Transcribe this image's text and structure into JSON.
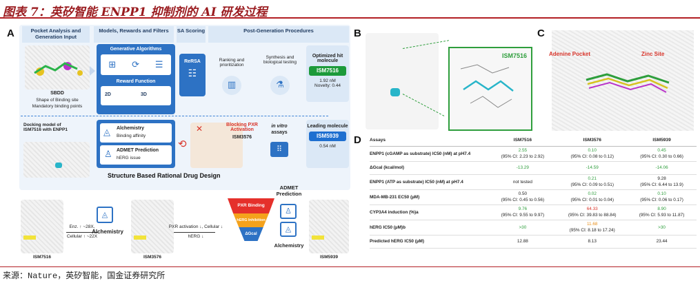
{
  "title": "图表 7：英矽智能 ENPP1 抑制剂的 AI 研发过程",
  "caption": "来源：Nature，英矽智能，国金证券研究所",
  "panels": {
    "a": "A",
    "b": "B",
    "c": "C",
    "d": "D"
  },
  "panel_a": {
    "header_pocket": "Pocket Analysis and Generation Input",
    "header_models": "Models, Rewards and Filters",
    "header_sa": "SA Scoring",
    "header_post": "Post-Generation Procedures",
    "sbdd_title": "SBDD",
    "sbdd_line1": "Shape of Binding site",
    "sbdd_line2": "Mandatory binding points",
    "gen_algorithms": "Generative Algorithms",
    "reward_function": "Reward Function",
    "label_2d": "2D",
    "label_3d": "3D",
    "rersa": "ReRSA",
    "ranking": "Ranking and prioritization",
    "synthesis": "Synthesis and biological testing",
    "optimized": "Optimized hit molecule",
    "hit_name": "ISM7516",
    "hit_ic": "1.92 nM",
    "hit_novelty": "Novelty: 0.44",
    "docking": "Docking model of ISM7516 with ENPP1",
    "alchemistry": "Alchemistry",
    "binding_affinity": "Binding affinity",
    "admet": "ADMET Prediction",
    "herg_issue": "hERG issue",
    "blocking": "Blocking PXR Activation",
    "blocking_name": "ISM3576",
    "in_vitro": "in vitro",
    "assays": "assays",
    "leading": "Leading molecule",
    "lead_name": "ISM5939",
    "lead_ic": "0.54 nM",
    "sbrdd": "Structure Based Rational Drug Design",
    "enz": "Enz. ↑ ~28X,",
    "cellular_22": "Cellular ↑ ~22X",
    "alchemistry_bottom": "Alchemistry",
    "pxr_change": "PXR activation ↓, Cellular ↓",
    "herg_change": "hERG ↓",
    "admet_pred": "ADMET Prediction",
    "funnel_pxr": "PXR Binding",
    "funnel_herg": "hERG Inhibition",
    "funnel_gcal": "ΔGcal",
    "alchemistry_right": "Alchemistry",
    "mol1": "ISM7516",
    "mol2": "ISM3576",
    "mol3": "ISM5939"
  },
  "panel_b": {
    "inset_label": "ISM7516"
  },
  "panel_c": {
    "adenine": "Adenine Pocket",
    "zinc": "Zinc Site"
  },
  "table": {
    "headers": [
      "Assays",
      "ISM7516",
      "ISM3576",
      "ISM5939"
    ],
    "rows": [
      {
        "assay": "ENPP1 (cGAMP as substrate) IC50 (nM) at pH7.4",
        "v": [
          [
            "2.55",
            "(95% CI: 2.23 to 2.92)",
            "g"
          ],
          [
            "0.10",
            "(95% CI: 0.08 to 0.12)",
            "g"
          ],
          [
            "0.45",
            "(95% CI: 0.30 to 0.66)",
            "g"
          ]
        ]
      },
      {
        "assay": "ΔGcal (kcal/mol)",
        "v": [
          [
            "-13.29",
            "",
            "g"
          ],
          [
            "-14.59",
            "",
            "g"
          ],
          [
            "-14.06",
            "",
            "g"
          ]
        ]
      },
      {
        "assay": "ENPP1 (ATP as substrate) IC50 (nM) at pH7.4",
        "v": [
          [
            "not tested",
            "",
            ""
          ],
          [
            "0.21",
            "(95% CI: 0.09 to 0.51)",
            "g"
          ],
          [
            "9.28",
            "(95% CI: 6.44 to 13.9)",
            ""
          ]
        ]
      },
      {
        "assay": "MDA-MB-231 EC50 (µM)",
        "v": [
          [
            "0.50",
            "(95% CI: 0.45 to 0.56)",
            ""
          ],
          [
            "0.02",
            "(95% CI: 0.01 to 0.04)",
            "g"
          ],
          [
            "0.10",
            "(95% CI: 0.06 to 0.17)",
            "g"
          ]
        ]
      },
      {
        "assay": "CYP3A4 induction (%)a",
        "v": [
          [
            "9.76",
            "(95% CI: 9.55 to 9.97)",
            "g"
          ],
          [
            "64.33",
            "(95% CI: 39.83 to 88.84)",
            "r"
          ],
          [
            "8.90",
            "(95% CI: 5.93 to 11.87)",
            "g"
          ]
        ]
      },
      {
        "assay": "hERG IC50 (µM)b",
        "v": [
          [
            ">30",
            "",
            "g"
          ],
          [
            "11.68",
            "(95% CI: 8.18 to 17.24)",
            "o"
          ],
          [
            ">30",
            "",
            "g"
          ]
        ]
      },
      {
        "assay": "Predicted hERG IC50 (µM)",
        "v": [
          [
            "12.88",
            "",
            ""
          ],
          [
            "8.13",
            "",
            ""
          ],
          [
            "23.44",
            "",
            ""
          ]
        ]
      }
    ]
  },
  "colors": {
    "green": "#2e9e3c",
    "red": "#d8342a",
    "orange": "#e8901c",
    "blue": "#1e6fd0",
    "title_red": "#9a1b1f"
  }
}
